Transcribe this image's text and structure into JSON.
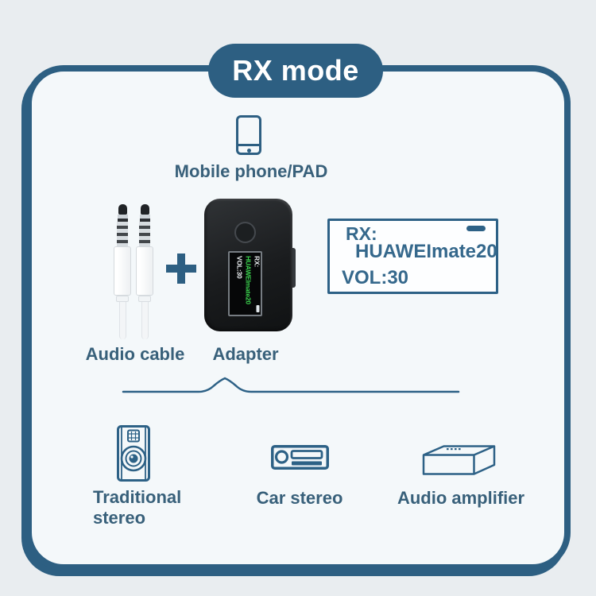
{
  "colors": {
    "accent": "#2d5f82",
    "label_text": "#38607a",
    "callout_text": "#35688c",
    "screen_green": "#3cd64f"
  },
  "badge": {
    "title": "RX mode"
  },
  "source_device": {
    "icon": "smartphone-icon",
    "label": "Mobile phone/PAD"
  },
  "inputs": {
    "audio_cable": {
      "icon": "audio-jack-icon",
      "label": "Audio cable"
    },
    "plus_symbol": "+",
    "adapter": {
      "label": "Adapter",
      "screen": {
        "mode": "RX:",
        "device": "HUAWEImate20",
        "volume": "VOL:30",
        "battery_icon": "battery-icon"
      }
    }
  },
  "callout": {
    "mode": "RX:",
    "device": "HUAWEImate20",
    "volume": "VOL:30",
    "battery_icon": "battery-icon"
  },
  "outputs": [
    {
      "icon": "speaker-icon",
      "label": "Traditional stereo"
    },
    {
      "icon": "car-stereo-icon",
      "label": "Car stereo"
    },
    {
      "icon": "amplifier-icon",
      "label": "Audio amplifier"
    }
  ]
}
